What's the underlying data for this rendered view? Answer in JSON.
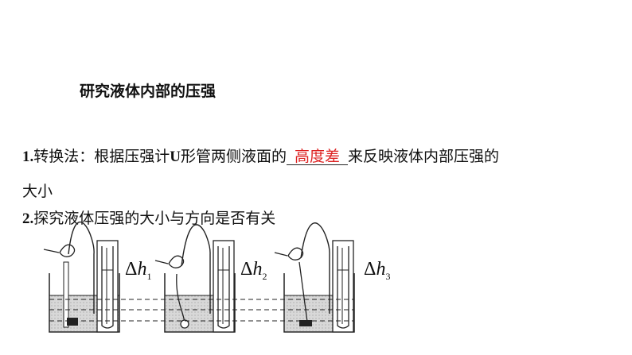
{
  "heading": "研究液体内部的压强",
  "item1": {
    "num": "1.",
    "text_before": "转换法：根据压强计",
    "u_letter": "U",
    "text_mid": "形管两侧液面的",
    "answer": "高度差",
    "text_after": "来反映液体内部压强的",
    "continuation": "大小"
  },
  "item2": {
    "num": "2.",
    "text": "探究液体压强的大小与方向是否有关"
  },
  "figure": {
    "labels": [
      {
        "symbol": "Δ",
        "var": "h",
        "sub": "1"
      },
      {
        "symbol": "Δ",
        "var": "h",
        "sub": "2"
      },
      {
        "symbol": "Δ",
        "var": "h",
        "sub": "3"
      }
    ],
    "answer_color": "#d22222"
  }
}
